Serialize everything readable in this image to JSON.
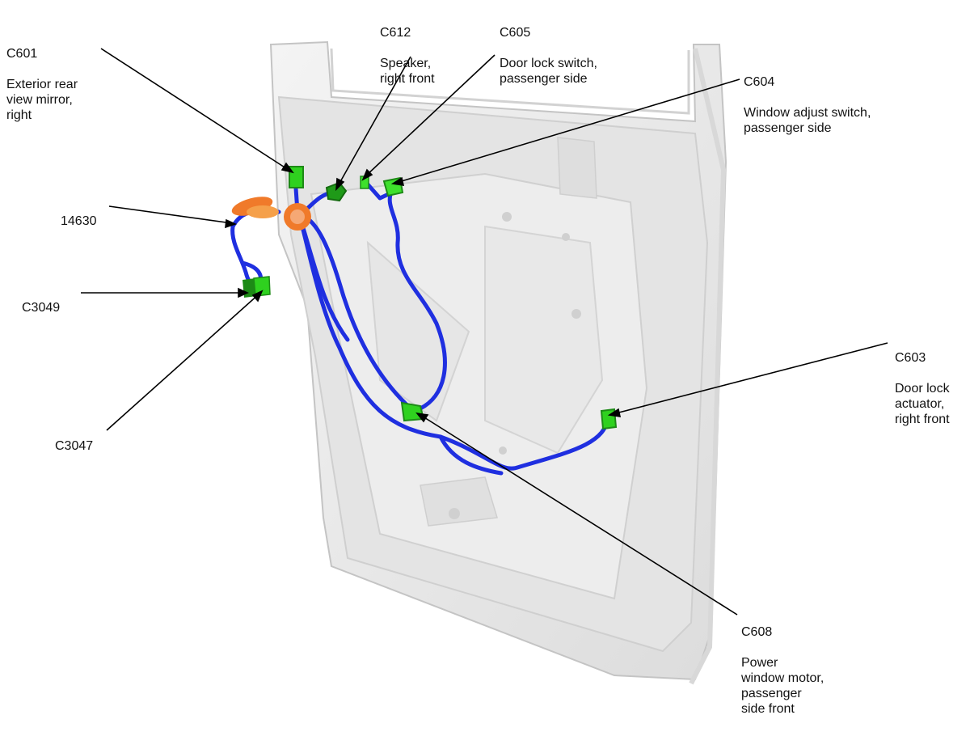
{
  "callouts": {
    "c601": {
      "code": "C601",
      "desc": "Exterior rear\nview mirror,\nright"
    },
    "c612": {
      "code": "C612",
      "desc": "Speaker,\nright front"
    },
    "c605": {
      "code": "C605",
      "desc": "Door lock switch,\npassenger side"
    },
    "c604": {
      "code": "C604",
      "desc": "Window adjust switch,\npassenger side"
    },
    "n14630": {
      "code": "14630"
    },
    "c3049": {
      "code": "C3049"
    },
    "c3047": {
      "code": "C3047"
    },
    "c603": {
      "code": "C603",
      "desc": "Door lock\nactuator,\nright front"
    },
    "c608": {
      "code": "C608",
      "desc": "Power\nwindow motor,\npassenger\nside front"
    }
  },
  "colors": {
    "door_panel": "#ebebeb",
    "door_edge": "#c9c9c9",
    "harness": "#1f2fe0",
    "connector": "#2fd11f",
    "connector_dark": "#1d8a16",
    "grommet": "#f07a2a",
    "leader": "#000000"
  }
}
